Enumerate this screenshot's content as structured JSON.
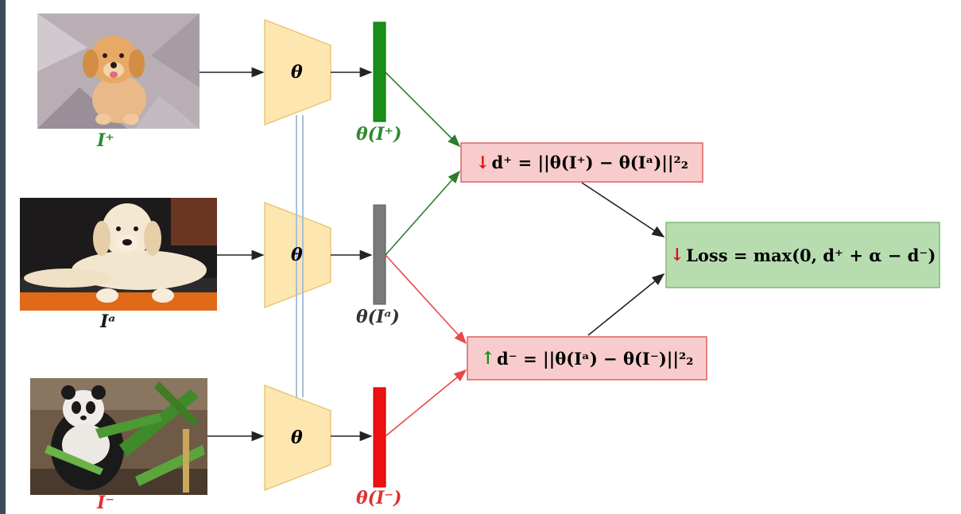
{
  "images": {
    "positive": {
      "caption": "I⁺",
      "caption_color": "#2e8b2e",
      "subject": "golden retriever puppy on blanket"
    },
    "anchor": {
      "caption": "Iᵃ",
      "caption_color": "#1a1a1a",
      "subject": "labrador puppy lying on orange platform"
    },
    "negative": {
      "caption": "I⁻",
      "caption_color": "#e03030",
      "subject": "giant panda eating bamboo"
    }
  },
  "encoder": {
    "symbol": "θ",
    "fill": "#fde6b0",
    "stroke": "#e8c878"
  },
  "embeddings": {
    "positive": {
      "label": "θ(I⁺)",
      "color": "#1a8f1a"
    },
    "anchor": {
      "label": "θ(Iᵃ)",
      "color": "#7a7a7a"
    },
    "negative": {
      "label": "θ(I⁻)",
      "color": "#ee1111"
    }
  },
  "distances": {
    "positive": {
      "indicator": "↓",
      "indicator_color": "#e01010",
      "text": "d⁺ = ||θ(I⁺) − θ(Iᵃ)||²₂",
      "fill": "#f8cccc",
      "stroke": "#e06060"
    },
    "negative": {
      "indicator": "↑",
      "indicator_color": "#1a8f1a",
      "text": "d⁻ = ||θ(Iᵃ) − θ(I⁻)||²₂",
      "fill": "#f8cccc",
      "stroke": "#e06060"
    }
  },
  "loss": {
    "indicator": "↓",
    "indicator_color": "#e01010",
    "text": "Loss = max(0, d⁺ + α − d⁻)",
    "fill": "#b7dcb0",
    "stroke": "#7fb876"
  },
  "colors": {
    "arrow_default": "#222222",
    "arrow_positive": "#2e7d2e",
    "arrow_negative": "#e84848",
    "shared_weights": "#a9bfd8"
  }
}
